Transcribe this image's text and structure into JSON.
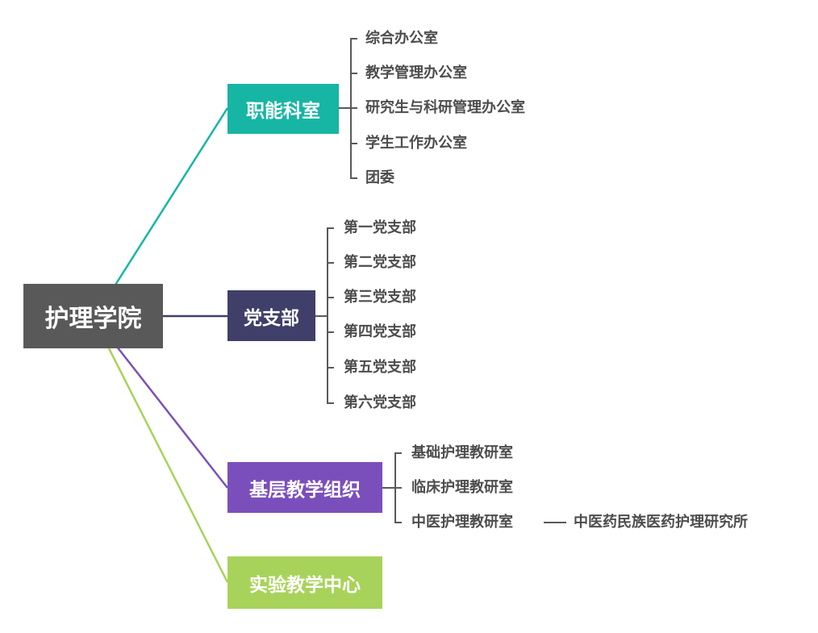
{
  "root": {
    "label": "护理学院",
    "color": "#595959"
  },
  "branches": [
    {
      "label": "职能科室",
      "color": "#17b5a3",
      "children": [
        "综合办公室",
        "教学管理办公室",
        "研究生与科研管理办公室",
        "学生工作办公室",
        "团委"
      ]
    },
    {
      "label": "党支部",
      "color": "#3f3f69",
      "children": [
        "第一党支部",
        "第二党支部",
        "第三党支部",
        "第四党支部",
        "第五党支部",
        "第六党支部"
      ]
    },
    {
      "label": "基层教学组织",
      "color": "#7b4fbb",
      "children": [
        "基础护理教研室",
        "临床护理教研室",
        "中医护理教研室"
      ],
      "sub": "中医药民族医药护理研究所"
    },
    {
      "label": "实验教学中心",
      "color": "#a8d35a",
      "children": []
    }
  ],
  "line_color": "#595959"
}
